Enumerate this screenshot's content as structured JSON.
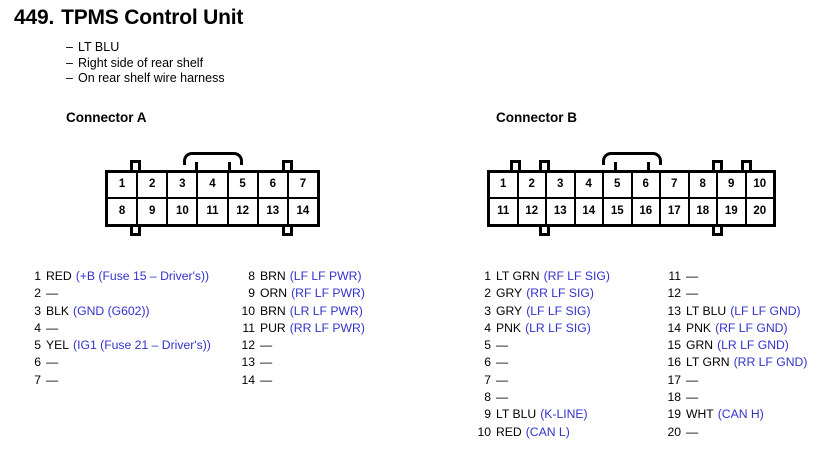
{
  "header": {
    "number": "449.",
    "title": "TPMS Control Unit",
    "notes": [
      "LT BLU",
      "Right side of rear shelf",
      "On rear shelf wire harness"
    ],
    "dash": "–"
  },
  "colors": {
    "signal_blue": "#3333cc",
    "text_black": "#000000",
    "background": "#ffffff"
  },
  "connectors": [
    {
      "id": "a",
      "heading": "Connector A",
      "cols": 7,
      "cells_top": [
        "1",
        "2",
        "3",
        "4",
        "5",
        "6",
        "7"
      ],
      "cells_bottom": [
        "8",
        "9",
        "10",
        "11",
        "12",
        "13",
        "14"
      ],
      "pins_col1": [
        {
          "num": "1",
          "wire": "RED",
          "signal": "(+B (Fuse 15 – Driver's))"
        },
        {
          "num": "2",
          "wire": "—",
          "signal": ""
        },
        {
          "num": "3",
          "wire": "BLK",
          "signal": "(GND (G602))"
        },
        {
          "num": "4",
          "wire": "—",
          "signal": ""
        },
        {
          "num": "5",
          "wire": "YEL",
          "signal": "(IG1 (Fuse 21 – Driver's))"
        },
        {
          "num": "6",
          "wire": "—",
          "signal": ""
        },
        {
          "num": "7",
          "wire": "—",
          "signal": ""
        }
      ],
      "pins_col2": [
        {
          "num": "8",
          "wire": "BRN",
          "signal": "(LF LF PWR)"
        },
        {
          "num": "9",
          "wire": "ORN",
          "signal": "(RF LF PWR)"
        },
        {
          "num": "10",
          "wire": "BRN",
          "signal": "(LR LF PWR)"
        },
        {
          "num": "11",
          "wire": "PUR",
          "signal": "(RR LF PWR)"
        },
        {
          "num": "12",
          "wire": "—",
          "signal": ""
        },
        {
          "num": "13",
          "wire": "—",
          "signal": ""
        },
        {
          "num": "14",
          "wire": "—",
          "signal": ""
        }
      ]
    },
    {
      "id": "b",
      "heading": "Connector B",
      "cols": 10,
      "cells_top": [
        "1",
        "2",
        "3",
        "4",
        "5",
        "6",
        "7",
        "8",
        "9",
        "10"
      ],
      "cells_bottom": [
        "11",
        "12",
        "13",
        "14",
        "15",
        "16",
        "17",
        "18",
        "19",
        "20"
      ],
      "pins_col1": [
        {
          "num": "1",
          "wire": "LT GRN",
          "signal": "(RF LF SIG)"
        },
        {
          "num": "2",
          "wire": "GRY",
          "signal": "(RR LF SIG)"
        },
        {
          "num": "3",
          "wire": "GRY",
          "signal": "(LF LF SIG)"
        },
        {
          "num": "4",
          "wire": "PNK",
          "signal": "(LR LF SIG)"
        },
        {
          "num": "5",
          "wire": "—",
          "signal": ""
        },
        {
          "num": "6",
          "wire": "—",
          "signal": ""
        },
        {
          "num": "7",
          "wire": "—",
          "signal": ""
        },
        {
          "num": "8",
          "wire": "—",
          "signal": ""
        },
        {
          "num": "9",
          "wire": "LT BLU",
          "signal": "(K-LINE)"
        },
        {
          "num": "10",
          "wire": "RED",
          "signal": "(CAN L)"
        }
      ],
      "pins_col2": [
        {
          "num": "11",
          "wire": "—",
          "signal": ""
        },
        {
          "num": "12",
          "wire": "—",
          "signal": ""
        },
        {
          "num": "13",
          "wire": "LT BLU",
          "signal": "(LF LF GND)"
        },
        {
          "num": "14",
          "wire": "PNK",
          "signal": "(RF LF GND)"
        },
        {
          "num": "15",
          "wire": "GRN",
          "signal": "(LR LF GND)"
        },
        {
          "num": "16",
          "wire": "LT GRN",
          "signal": "(RR LF GND)"
        },
        {
          "num": "17",
          "wire": "—",
          "signal": ""
        },
        {
          "num": "18",
          "wire": "—",
          "signal": ""
        },
        {
          "num": "19",
          "wire": "WHT",
          "signal": "(CAN H)"
        },
        {
          "num": "20",
          "wire": "—",
          "signal": ""
        }
      ]
    }
  ]
}
